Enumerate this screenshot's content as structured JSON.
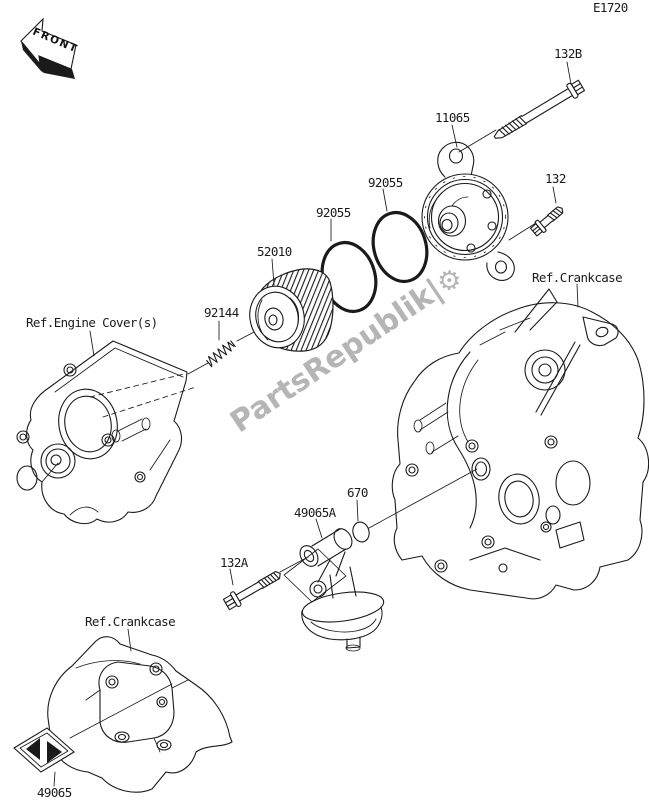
{
  "page": {
    "code": "E1720",
    "front_label": "FRONT",
    "ink_color": "#1a1a1a",
    "watermark": {
      "text": "PartsRepublik",
      "separator": "|",
      "gear": "⚙",
      "color": "#aeaeae"
    }
  },
  "labels": {
    "part_132b": "132B",
    "part_11065": "11065",
    "part_132": "132",
    "ref_crankcase_right": "Ref.Crankcase",
    "part_92055_outer": "92055",
    "part_92055_inner": "92055",
    "part_52010": "52010",
    "part_92144": "92144",
    "ref_engine_cover": "Ref.Engine Cover(s)",
    "part_670": "670",
    "part_49065a": "49065A",
    "part_132a": "132A",
    "ref_crankcase_bottom": "Ref.Crankcase",
    "part_49065": "49065"
  }
}
